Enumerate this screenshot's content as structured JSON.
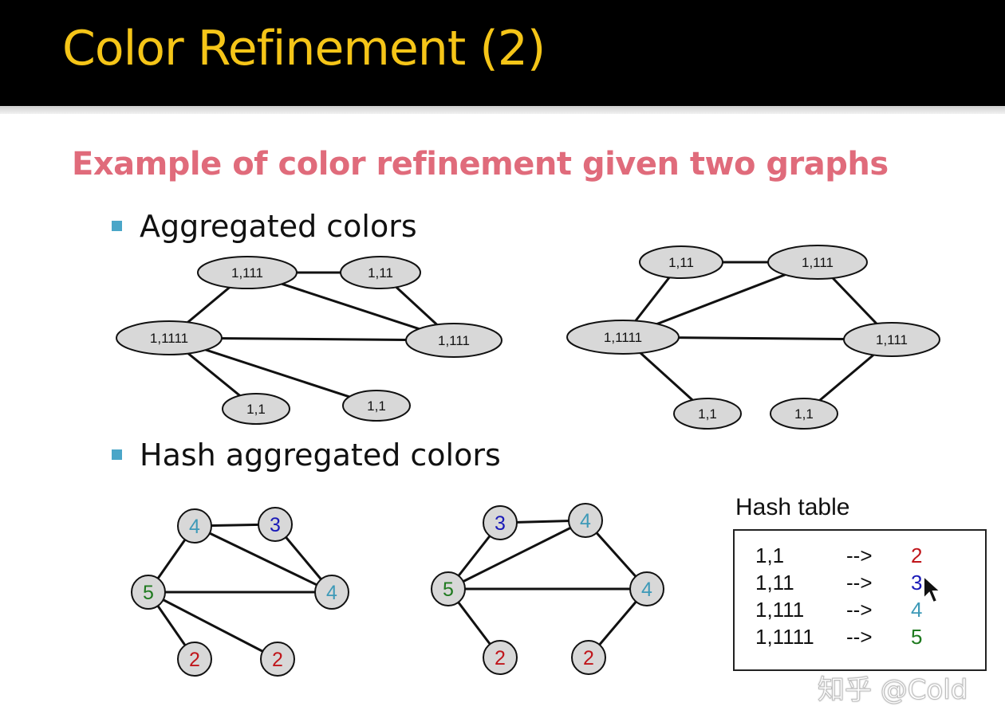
{
  "slide": {
    "title": "Color Refinement (2)",
    "subtitle": "Example of color refinement given two graphs",
    "bullets": [
      "Aggregated colors",
      "Hash aggregated colors"
    ]
  },
  "colors": {
    "title": "#f5c518",
    "subtitle": "#e06b7b",
    "bullet": "#4aa6c8",
    "node_fill": "#d8d8d8",
    "hash_2": "#c0161b",
    "hash_3": "#1a1ab8",
    "hash_4": "#3e9ab8",
    "hash_5": "#1f7a1f"
  },
  "diagram": {
    "aggregated_graph_1": {
      "nodes": [
        {
          "id": "a",
          "label": "1,111"
        },
        {
          "id": "b",
          "label": "1,11"
        },
        {
          "id": "c",
          "label": "1,1111"
        },
        {
          "id": "d",
          "label": "1,111"
        },
        {
          "id": "e",
          "label": "1,1"
        },
        {
          "id": "f",
          "label": "1,1"
        }
      ],
      "edges": [
        [
          "a",
          "b"
        ],
        [
          "a",
          "d"
        ],
        [
          "b",
          "d"
        ],
        [
          "a",
          "c"
        ],
        [
          "c",
          "d"
        ],
        [
          "c",
          "e"
        ],
        [
          "c",
          "f"
        ]
      ]
    },
    "aggregated_graph_2": {
      "nodes": [
        {
          "id": "a",
          "label": "1,11"
        },
        {
          "id": "b",
          "label": "1,111"
        },
        {
          "id": "c",
          "label": "1,1111"
        },
        {
          "id": "d",
          "label": "1,111"
        },
        {
          "id": "e",
          "label": "1,1"
        },
        {
          "id": "f",
          "label": "1,1"
        }
      ],
      "edges": [
        [
          "a",
          "b"
        ],
        [
          "a",
          "c"
        ],
        [
          "b",
          "c"
        ],
        [
          "b",
          "d"
        ],
        [
          "c",
          "d"
        ],
        [
          "c",
          "e"
        ],
        [
          "d",
          "f"
        ]
      ]
    },
    "hashed_graph_1": {
      "nodes": [
        {
          "id": "a",
          "label": "4"
        },
        {
          "id": "b",
          "label": "3"
        },
        {
          "id": "c",
          "label": "5"
        },
        {
          "id": "d",
          "label": "4"
        },
        {
          "id": "e",
          "label": "2"
        },
        {
          "id": "f",
          "label": "2"
        }
      ],
      "edges": [
        [
          "a",
          "b"
        ],
        [
          "a",
          "d"
        ],
        [
          "b",
          "d"
        ],
        [
          "a",
          "c"
        ],
        [
          "c",
          "d"
        ],
        [
          "c",
          "e"
        ],
        [
          "c",
          "f"
        ]
      ]
    },
    "hashed_graph_2": {
      "nodes": [
        {
          "id": "a",
          "label": "3"
        },
        {
          "id": "b",
          "label": "4"
        },
        {
          "id": "c",
          "label": "5"
        },
        {
          "id": "d",
          "label": "4"
        },
        {
          "id": "e",
          "label": "2"
        },
        {
          "id": "f",
          "label": "2"
        }
      ],
      "edges": [
        [
          "a",
          "b"
        ],
        [
          "a",
          "c"
        ],
        [
          "b",
          "c"
        ],
        [
          "b",
          "d"
        ],
        [
          "c",
          "d"
        ],
        [
          "c",
          "e"
        ],
        [
          "d",
          "f"
        ]
      ]
    }
  },
  "hash_table": {
    "title": "Hash table",
    "rows": [
      {
        "key": "1,1",
        "arrow": "-->",
        "value": "2"
      },
      {
        "key": "1,11",
        "arrow": "-->",
        "value": "3"
      },
      {
        "key": "1,111",
        "arrow": "-->",
        "value": "4"
      },
      {
        "key": "1,1111",
        "arrow": "-->",
        "value": "5"
      }
    ]
  },
  "watermark": "知乎 @Cold"
}
